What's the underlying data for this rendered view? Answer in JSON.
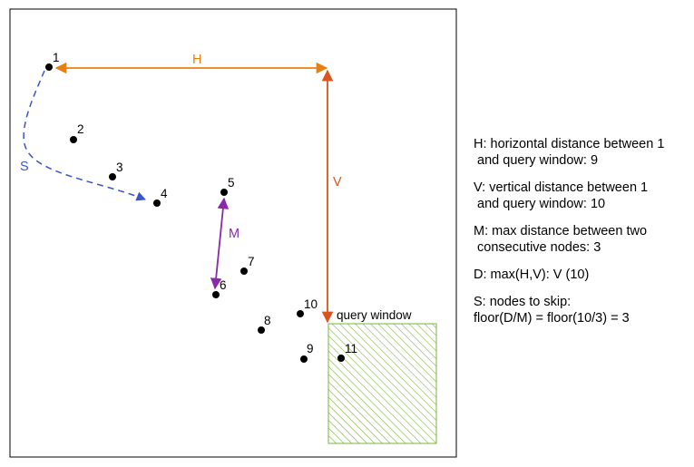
{
  "nodes": [
    {
      "id": "1",
      "label": "1"
    },
    {
      "id": "2",
      "label": "2"
    },
    {
      "id": "3",
      "label": "3"
    },
    {
      "id": "4",
      "label": "4"
    },
    {
      "id": "5",
      "label": "5"
    },
    {
      "id": "6",
      "label": "6"
    },
    {
      "id": "7",
      "label": "7"
    },
    {
      "id": "8",
      "label": "8"
    },
    {
      "id": "9",
      "label": "9"
    },
    {
      "id": "10",
      "label": "10"
    },
    {
      "id": "11",
      "label": "11"
    }
  ],
  "query_window": {
    "label": "query window"
  },
  "arrows": {
    "h": {
      "label": "H",
      "color": "#e8800f"
    },
    "v": {
      "label": "V",
      "color": "#d9541e"
    },
    "m": {
      "label": "M",
      "color": "#8b2aa8"
    },
    "s": {
      "label": "S",
      "color": "#3a55c8"
    }
  },
  "colors": {
    "hatch": "#7ab53c",
    "node": "#000000",
    "border": "#000000"
  },
  "legend": [
    {
      "line1": "H: horizontal distance between 1",
      "line2": " and query window: 9"
    },
    {
      "line1": "V: vertical distance between 1",
      "line2": " and query window: 10"
    },
    {
      "line1": "M: max distance between two",
      "line2": " consecutive nodes: 3"
    },
    {
      "line1": "D: max(H,V): V (10)",
      "line2": ""
    },
    {
      "line1": "S: nodes to skip:",
      "line2": "floor(D/M) = floor(10/3) = 3"
    }
  ]
}
